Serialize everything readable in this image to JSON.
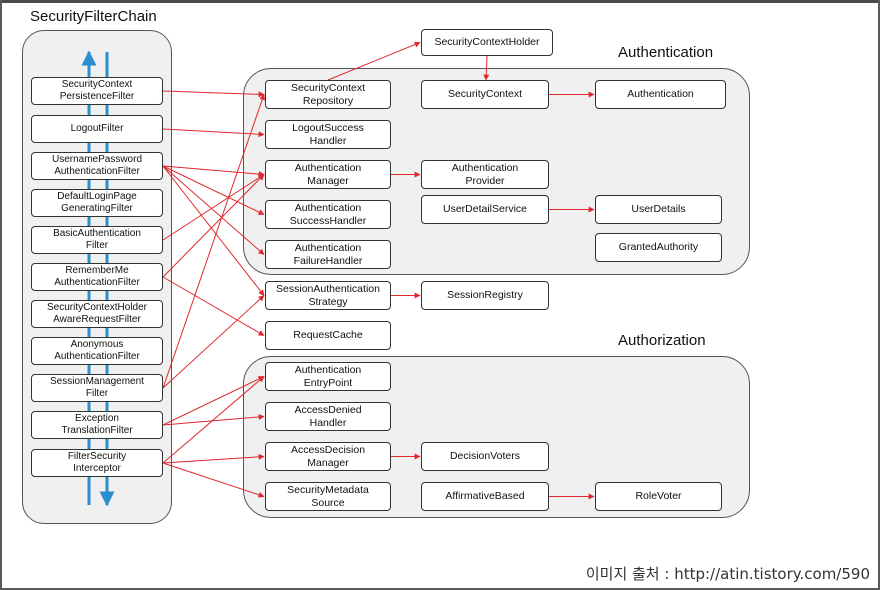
{
  "chain": {
    "title": "SecurityFilterChain",
    "filters": [
      "SecurityContext\nPersistenceFilter",
      "LogoutFilter",
      "UsernamePassword\nAuthenticationFilter",
      "DefaultLoginPage\nGeneratingFilter",
      "BasicAuthentication\nFilter",
      "RememberMe\nAuthenticationFilter",
      "SecurityContextHolder\nAwareRequestFilter",
      "Anonymous\nAuthenticationFilter",
      "SessionManagement\nFilter",
      "Exception\nTranslationFilter",
      "FilterSecurity\nInterceptor"
    ]
  },
  "groups": {
    "authentication": "Authentication",
    "authorization": "Authorization"
  },
  "components": {
    "security_context_holder": "SecurityContextHolder",
    "security_context_repository": "SecurityContext\nRepository",
    "security_context": "SecurityContext",
    "authentication": "Authentication",
    "logout_success_handler": "LogoutSuccess\nHandler",
    "authentication_manager": "Authentication\nManager",
    "authentication_provider": "Authentication\nProvider",
    "authentication_success_handler": "Authentication\nSuccessHandler",
    "user_detail_service": "UserDetailService",
    "user_details": "UserDetails",
    "granted_authority": "GrantedAuthority",
    "authentication_failure_handler": "Authentication\nFailureHandler",
    "session_authentication_strategy": "SessionAuthentication\nStrategy",
    "session_registry": "SessionRegistry",
    "request_cache": "RequestCache",
    "authentication_entry_point": "Authentication\nEntryPoint",
    "access_denied_handler": "AccessDenied\nHandler",
    "access_decision_manager": "AccessDecision\nManager",
    "decision_voters": "DecisionVoters",
    "security_metadata_source": "SecurityMetadata\nSource",
    "affirmative_based": "AffirmativeBased",
    "role_voter": "RoleVoter"
  },
  "colors": {
    "arrow": "#e0282e",
    "flow": "#2a8fd0",
    "border": "#333333",
    "group_fill": "#f0f0f0"
  },
  "caption": "이미지 출처 : http://atin.tistory.com/590",
  "edges": [
    [
      "filter-0",
      "security_context_repository"
    ],
    [
      "filter-1",
      "logout_success_handler"
    ],
    [
      "filter-2",
      "authentication_manager"
    ],
    [
      "filter-2",
      "authentication_success_handler"
    ],
    [
      "filter-2",
      "authentication_failure_handler"
    ],
    [
      "filter-2",
      "session_authentication_strategy"
    ],
    [
      "filter-4",
      "authentication_manager"
    ],
    [
      "filter-5",
      "request_cache"
    ],
    [
      "filter-5",
      "authentication_manager"
    ],
    [
      "filter-8",
      "session_authentication_strategy"
    ],
    [
      "filter-8",
      "security_context_repository"
    ],
    [
      "filter-9",
      "authentication_entry_point"
    ],
    [
      "filter-9",
      "access_denied_handler"
    ],
    [
      "filter-10",
      "authentication_entry_point"
    ],
    [
      "filter-10",
      "access_decision_manager"
    ],
    [
      "filter-10",
      "security_metadata_source"
    ],
    [
      "security_context_repository",
      "security_context_holder"
    ],
    [
      "security_context_holder",
      "security_context"
    ],
    [
      "security_context",
      "authentication"
    ],
    [
      "authentication_manager",
      "authentication_provider"
    ],
    [
      "user_detail_service",
      "user_details"
    ],
    [
      "session_authentication_strategy",
      "session_registry"
    ],
    [
      "access_decision_manager",
      "decision_voters"
    ],
    [
      "affirmative_based",
      "role_voter"
    ]
  ]
}
